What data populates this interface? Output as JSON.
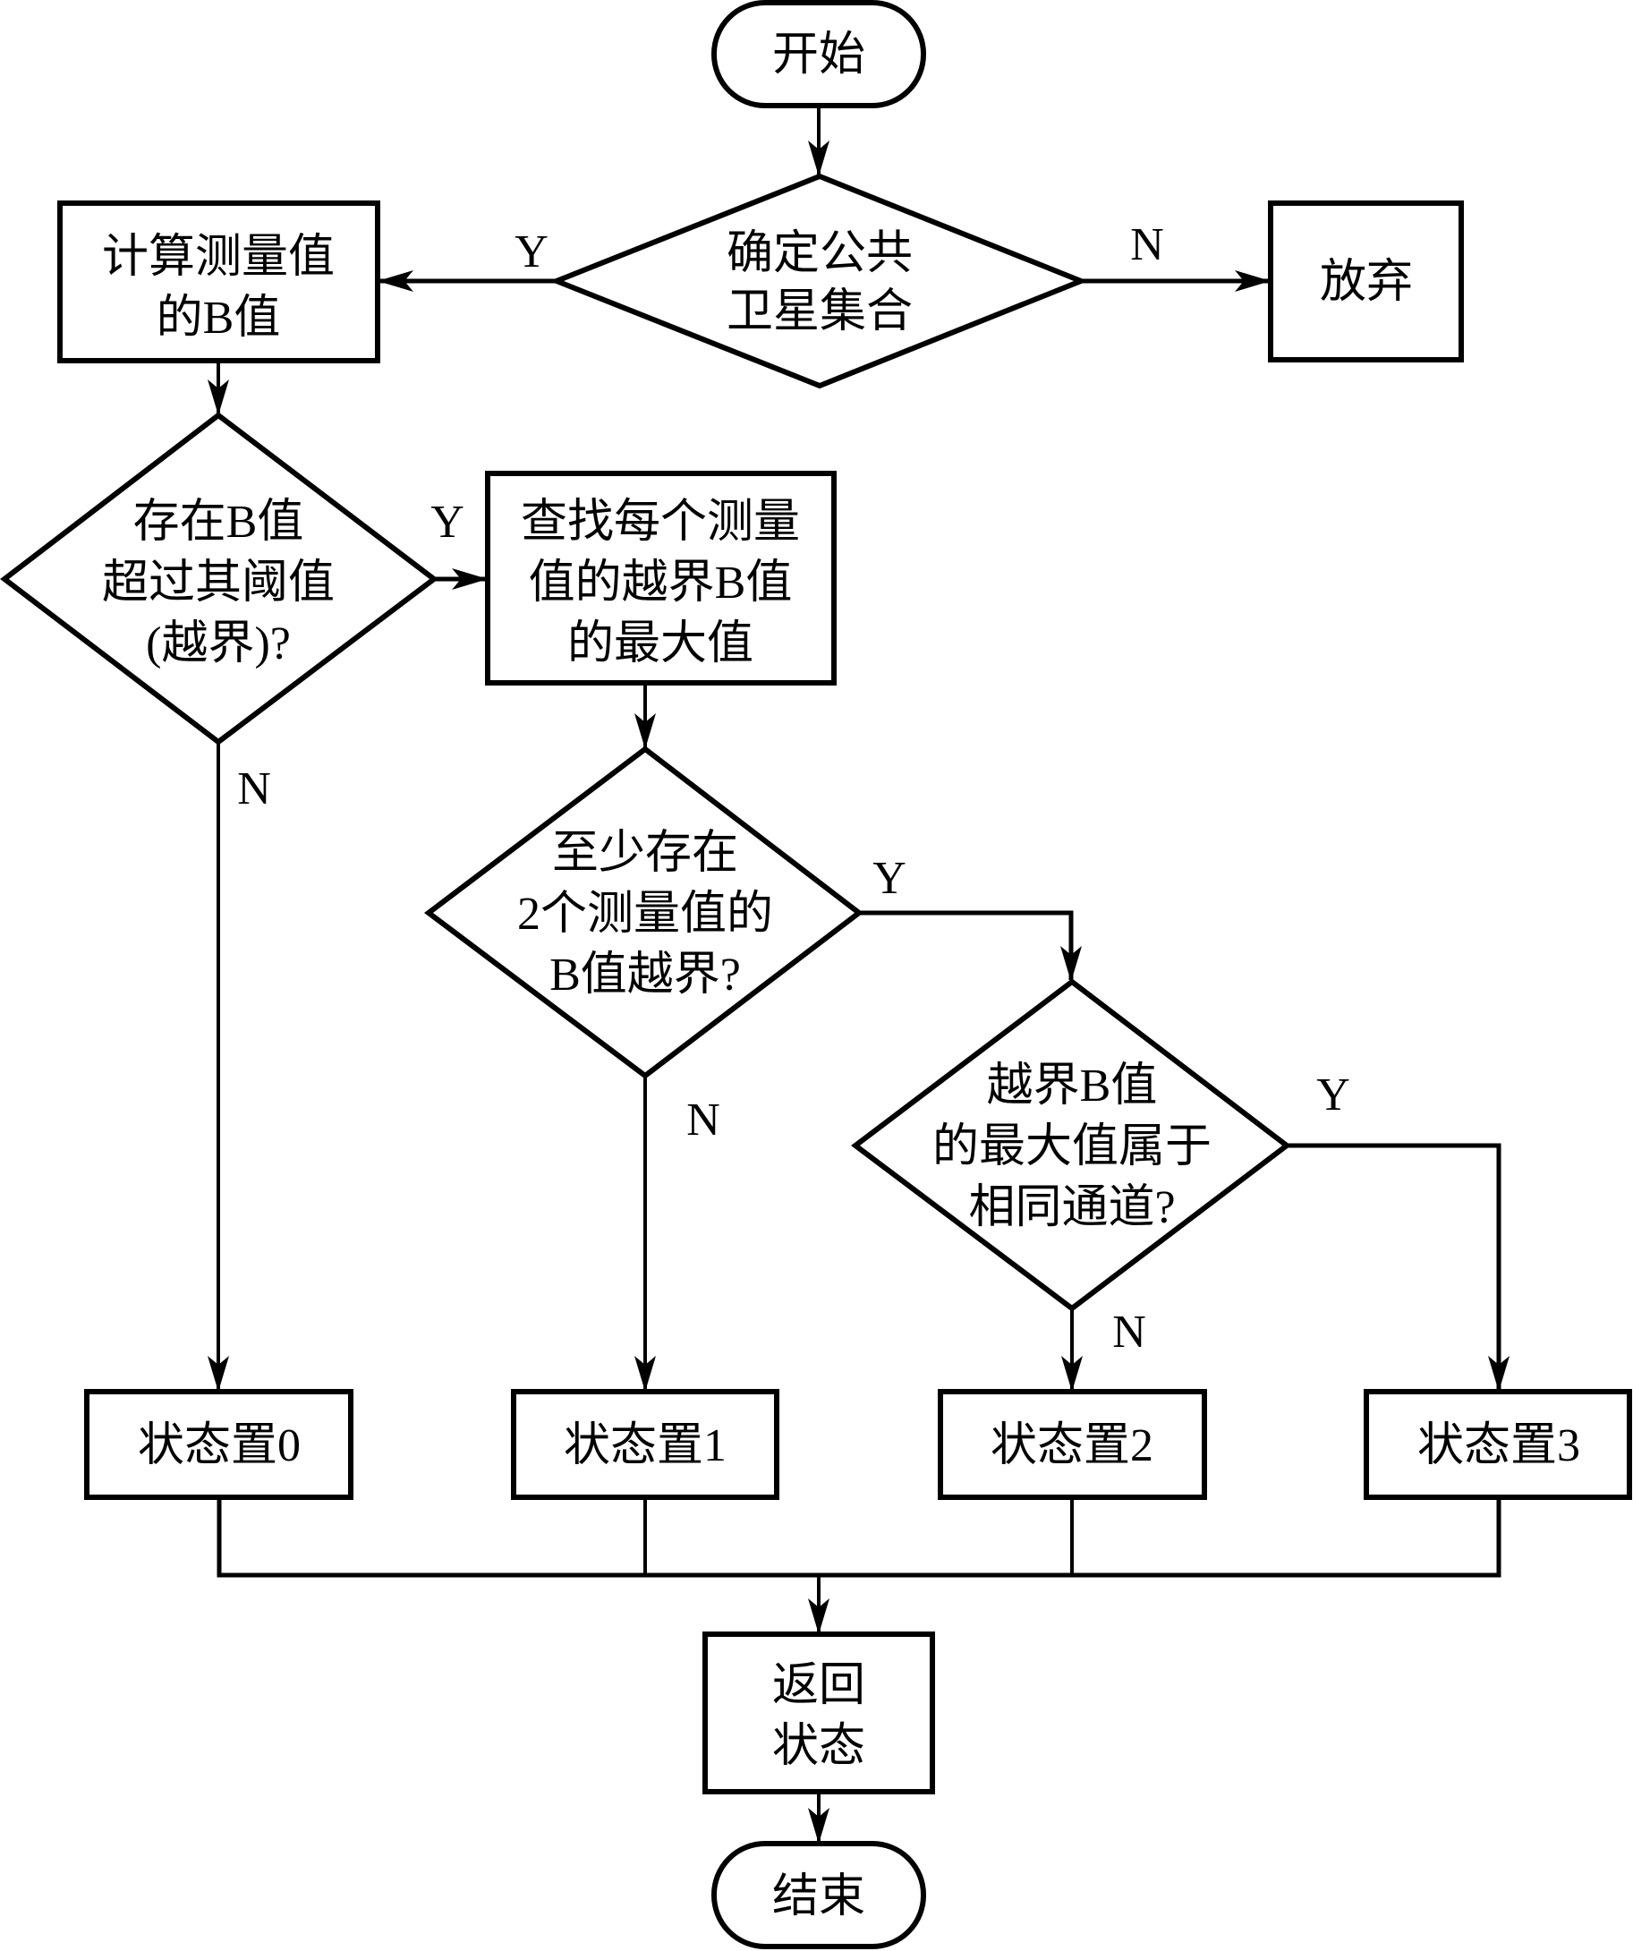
{
  "diagram": {
    "type": "flowchart",
    "nodes": {
      "start": {
        "lines": [
          "开始"
        ]
      },
      "decision_common_sats": {
        "lines": [
          "确定公共",
          "卫星集合"
        ]
      },
      "compute_b": {
        "lines": [
          "计算测量值",
          "的B值"
        ]
      },
      "abandon": {
        "lines": [
          "放弃"
        ]
      },
      "decision_exceed": {
        "lines": [
          "存在B值",
          "超过其阈值",
          "(越界)?"
        ]
      },
      "find_max": {
        "lines": [
          "查找每个测量",
          "值的越界B值",
          "的最大值"
        ]
      },
      "decision_two": {
        "lines": [
          "至少存在",
          "2个测量值的",
          "B值越界?"
        ]
      },
      "decision_same_channel": {
        "lines": [
          "越界B值",
          "的最大值属于",
          "相同通道?"
        ]
      },
      "state0": {
        "lines": [
          "状态置0"
        ]
      },
      "state1": {
        "lines": [
          "状态置1"
        ]
      },
      "state2": {
        "lines": [
          "状态置2"
        ]
      },
      "state3": {
        "lines": [
          "状态置3"
        ]
      },
      "return_state": {
        "lines": [
          "返回",
          "状态"
        ]
      },
      "end": {
        "lines": [
          "结束"
        ]
      }
    },
    "edge_labels": {
      "common_yes": "Y",
      "common_no": "N",
      "exceed_yes": "Y",
      "exceed_no": "N",
      "two_yes": "Y",
      "two_no": "N",
      "same_yes": "Y",
      "same_no": "N"
    }
  }
}
